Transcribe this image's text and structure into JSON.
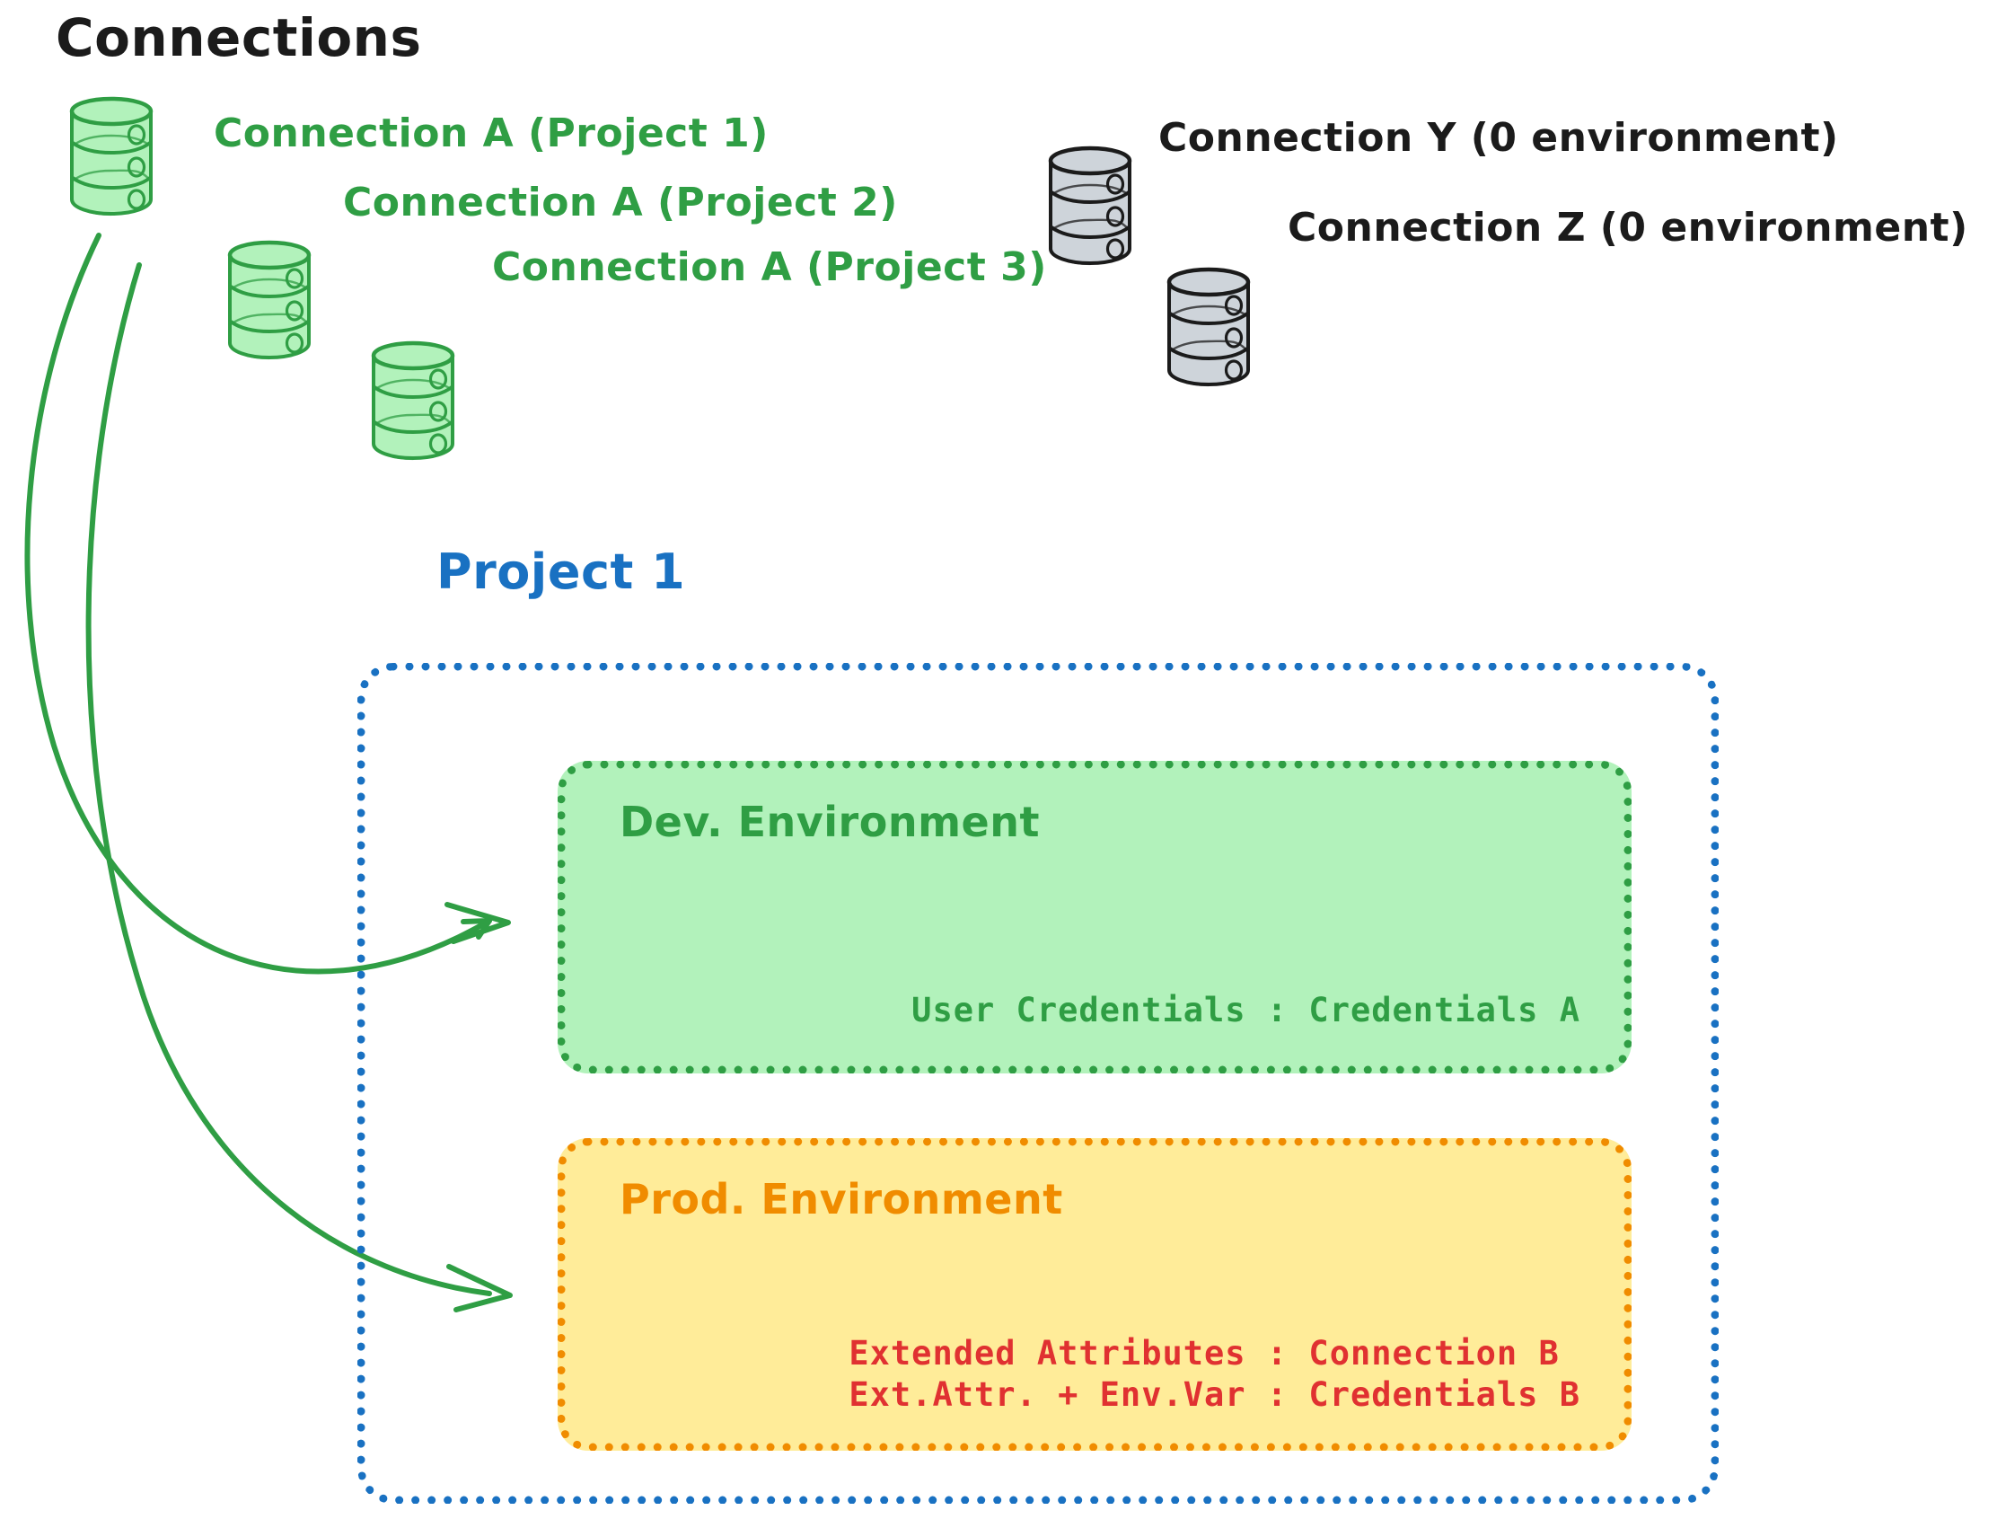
{
  "diagram": {
    "title": "Connections",
    "background_color": "#ffffff"
  },
  "colors": {
    "green_stroke": "#2f9e44",
    "green_fill": "#b2f2bb",
    "gray_stroke": "#1b1b1b",
    "gray_fill": "#ced4da",
    "blue": "#1971c2",
    "orange": "#f08c00",
    "orange_fill": "#ffec99",
    "red": "#e03131",
    "black": "#1b1b1b"
  },
  "connections": {
    "green": [
      {
        "label": "Connection A (Project 1)",
        "icon": "database-icon",
        "color": "#2f9e44"
      },
      {
        "label": "Connection A (Project 2)",
        "icon": "database-icon",
        "color": "#2f9e44"
      },
      {
        "label": "Connection A (Project 3)",
        "icon": "database-icon",
        "color": "#2f9e44"
      }
    ],
    "gray": [
      {
        "label": "Connection Y (0 environment)",
        "icon": "database-icon",
        "color": "#1b1b1b"
      },
      {
        "label": "Connection Z (0 environment)",
        "icon": "database-icon",
        "color": "#1b1b1b"
      }
    ]
  },
  "project": {
    "title": "Project 1",
    "border_color": "#1971c2",
    "environments": [
      {
        "name": "Dev. Environment",
        "accent": "#2f9e44",
        "fill": "#b2f2bb",
        "entries": [
          "User Credentials : Credentials A"
        ]
      },
      {
        "name": "Prod. Environment",
        "accent": "#f08c00",
        "fill": "#ffec99",
        "entries": [
          "Extended Attributes : Connection B",
          "Ext.Attr. + Env.Var : Credentials B"
        ]
      }
    ]
  },
  "arrows": [
    {
      "from": "Connection A (Project 1)",
      "to": "Dev. Environment",
      "color": "#2f9e44"
    },
    {
      "from": "Connection A (Project 1)",
      "to": "Prod. Environment",
      "color": "#2f9e44"
    }
  ]
}
